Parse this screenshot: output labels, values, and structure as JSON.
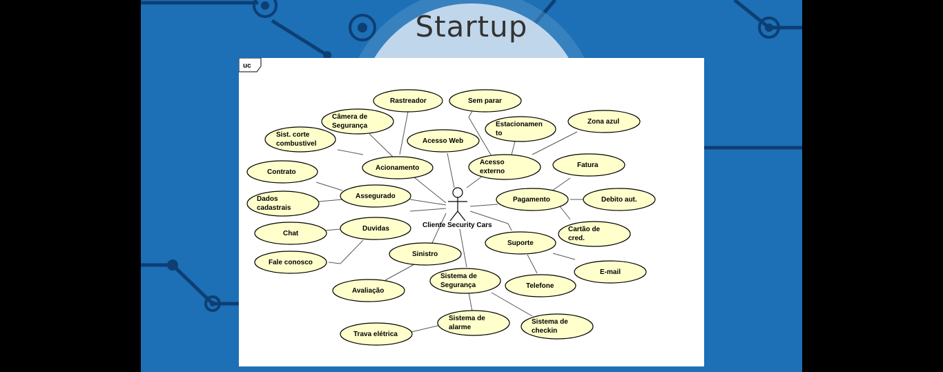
{
  "slide": {
    "title": "Startup"
  },
  "diagram": {
    "frame_label": "uc",
    "actor": {
      "label": "Cliente Security Cars"
    },
    "use_cases": {
      "rastreador": "Rastreador",
      "sem_parar": "Sem parar",
      "camera_l1": "Câmera de",
      "camera_l2": "Segurança",
      "sist_corte_l1": "Sist. corte",
      "sist_corte_l2": "combustivel",
      "acesso_web": "Acesso Web",
      "estacionamento_l1": "Estacionamen",
      "estacionamento_l2": "to",
      "zona_azul": "Zona azul",
      "contrato": "Contrato",
      "acionamento": "Acionamento",
      "acesso_externo_l1": "Acesso",
      "acesso_externo_l2": "externo",
      "fatura": "Fatura",
      "dados_l1": "Dados",
      "dados_l2": "cadastrais",
      "assegurado": "Assegurado",
      "pagamento": "Pagamento",
      "debito": "Debito aut.",
      "chat": "Chat",
      "duvidas": "Duvidas",
      "cartao_l1": "Cartão de",
      "cartao_l2": "cred.",
      "suporte": "Suporte",
      "fale_conosco": "Fale conosco",
      "sinistro": "Sinistro",
      "email": "E-mail",
      "avaliacao": "Avaliação",
      "sist_seguranca_l1": "Sistema de",
      "sist_seguranca_l2": "Segurança",
      "telefone": "Telefone",
      "sist_alarme_l1": "Sistema de",
      "sist_alarme_l2": "alarme",
      "sist_checkin_l1": "Sistema de",
      "sist_checkin_l2": "checkin",
      "trava": "Trava elétrica"
    }
  }
}
